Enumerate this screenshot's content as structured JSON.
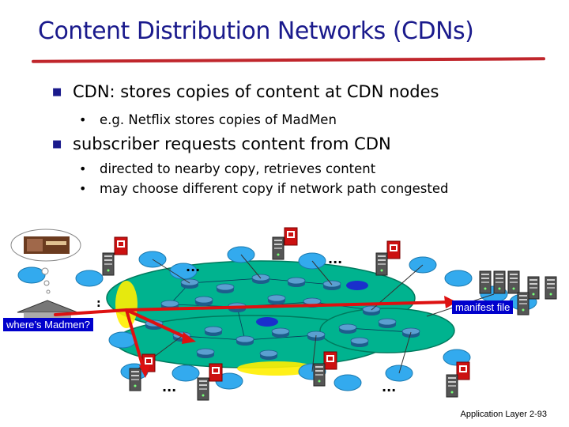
{
  "title": "Content Distribution Networks (CDNs)",
  "bullets": {
    "main1": "CDN: stores copies of content at CDN nodes",
    "sub1": "e.g. Netflix stores copies of MadMen",
    "main2": "subscriber requests content from CDN",
    "sub2a": "directed to nearby copy, retrieves content",
    "sub2b": "may choose different copy if network path congested"
  },
  "diagram": {
    "request_label": "where’s Madmen?",
    "manifest_label": "manifest file",
    "ellipsis": "..."
  },
  "footer": "Application Layer 2-93",
  "colors": {
    "title": "#1a1a8c",
    "title_rule": "#c0262c",
    "network_cloud": "#00b38f",
    "isp_cloud": "#33aaee",
    "request_arrow": "#dd1111",
    "label_bg": "#0000cc",
    "highlight": "#ffee00"
  }
}
